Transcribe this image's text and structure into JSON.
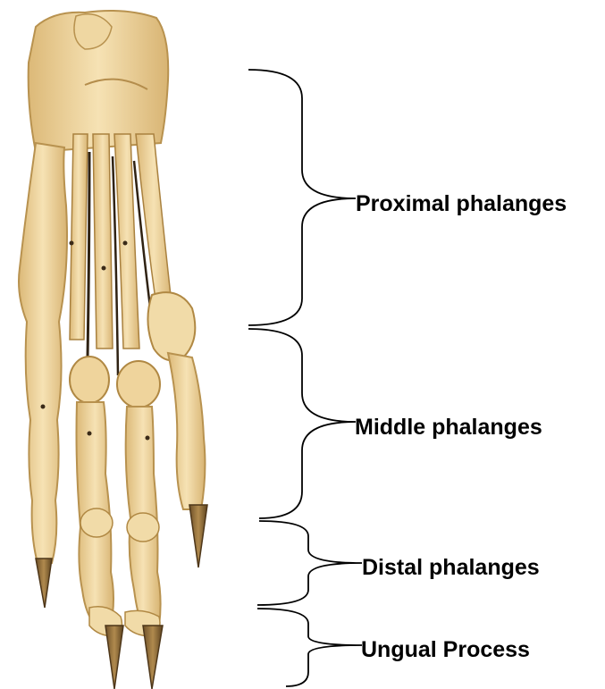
{
  "labels": {
    "proximal": "Proximal phalanges",
    "middle": "Middle phalanges",
    "distal": "Distal phalanges",
    "ungual": "Ungual Process"
  },
  "colors": {
    "bone_light": "#f3ddaa",
    "bone_mid": "#e6c686",
    "bone_dark": "#c9a35e",
    "bone_shadow": "#3a2a18",
    "claw": "#8a6a3a",
    "bracket": "#000000"
  }
}
